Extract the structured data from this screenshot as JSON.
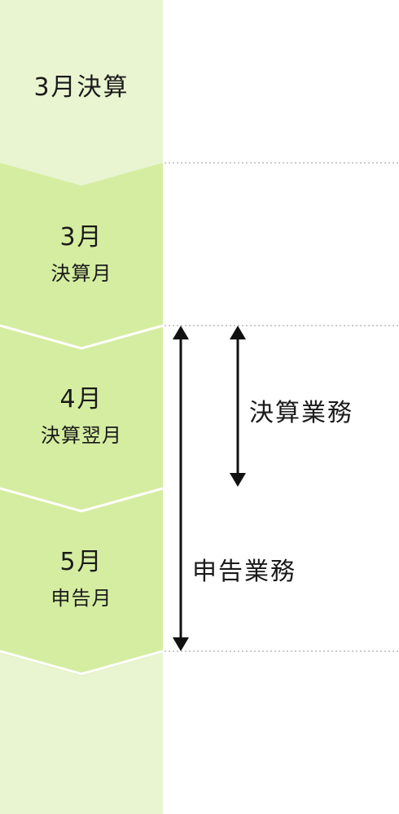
{
  "title": "3月決算",
  "steps": [
    {
      "month": "3月",
      "caption": "決算月"
    },
    {
      "month": "4月",
      "caption": "決算翌月"
    },
    {
      "month": "5月",
      "caption": "申告月"
    }
  ],
  "tasks": [
    {
      "label": "決算業務"
    },
    {
      "label": "申告業務"
    }
  ],
  "colors": {
    "light_green": "#e9f5d1",
    "green": "#d5eda1",
    "divider": "#ffffff",
    "arrow": "#111111",
    "dotted_line": "#bbbbbb"
  }
}
